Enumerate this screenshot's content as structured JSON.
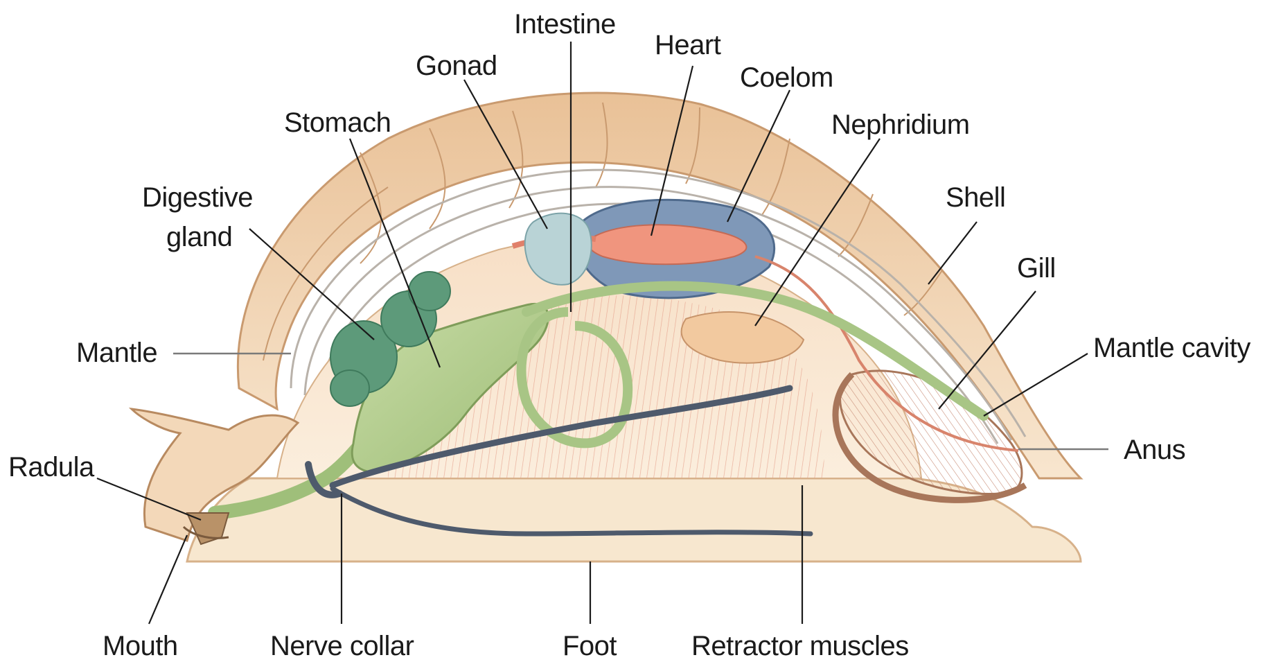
{
  "labels": {
    "intestine": "Intestine",
    "heart": "Heart",
    "gonad": "Gonad",
    "coelom": "Coelom",
    "stomach": "Stomach",
    "nephridium": "Nephridium",
    "digestive_gland_line1": "Digestive",
    "digestive_gland_line2": "gland",
    "shell": "Shell",
    "gill": "Gill",
    "mantle": "Mantle",
    "mantle_cavity": "Mantle cavity",
    "radula": "Radula",
    "anus": "Anus",
    "mouth": "Mouth",
    "nerve_collar": "Nerve collar",
    "foot": "Foot",
    "retractor_muscles": "Retractor muscles"
  },
  "colors": {
    "shell": "#f1d2ad",
    "shell_stroke": "#c99a6f",
    "foot": "#f7e7cf",
    "muscle": "#e7a58f",
    "digestive_tract": "#b9cf93",
    "digestive_gland": "#5d9a7a",
    "heart": "#f0957e",
    "coelom": "#7c95b6",
    "nerve": "#4e5a6c",
    "gill": "#e9c3aa",
    "label": "#1a1a1a"
  }
}
